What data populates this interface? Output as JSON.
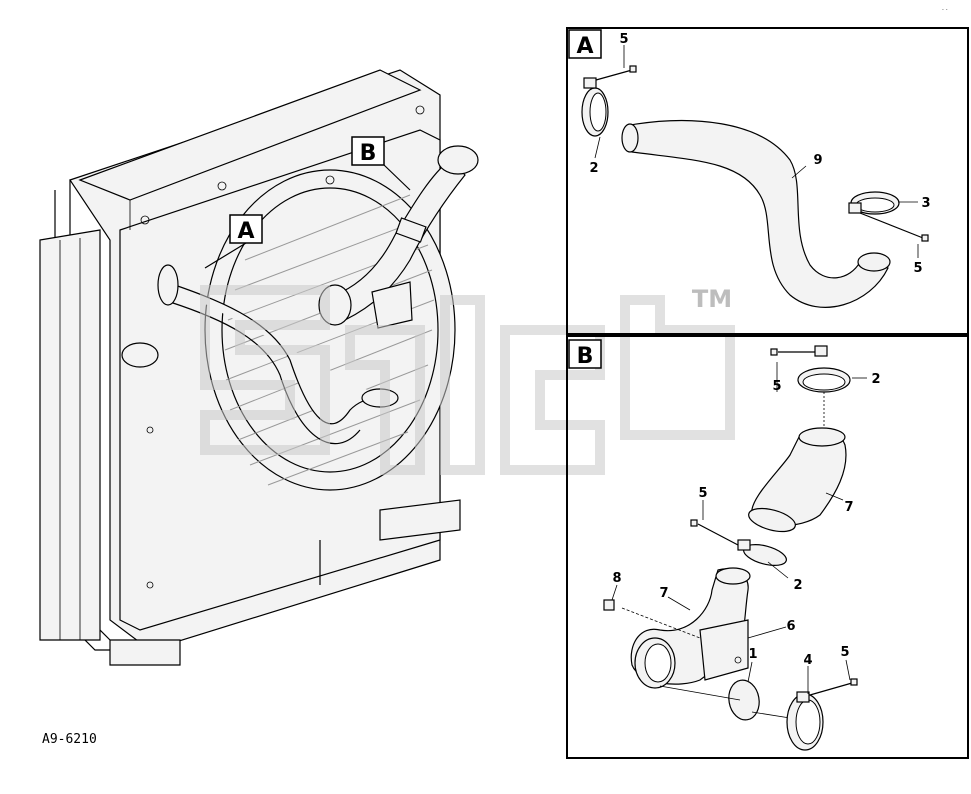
{
  "drawing_code": "A9-6210",
  "views": {
    "A": {
      "label": "A"
    },
    "B": {
      "label": "B"
    }
  },
  "callouts_main": {
    "A": "A",
    "B": "B"
  },
  "callouts_view_a": [
    "5",
    "2",
    "9",
    "3",
    "5"
  ],
  "callouts_view_b": [
    "5",
    "2",
    "7",
    "5",
    "2",
    "8",
    "7",
    "6",
    "1",
    "4",
    "5"
  ],
  "watermark": {
    "mark": "TM"
  },
  "colors": {
    "line": "#000000",
    "part_fill": "#f3f3f3",
    "watermark": "#c9c9c9"
  }
}
